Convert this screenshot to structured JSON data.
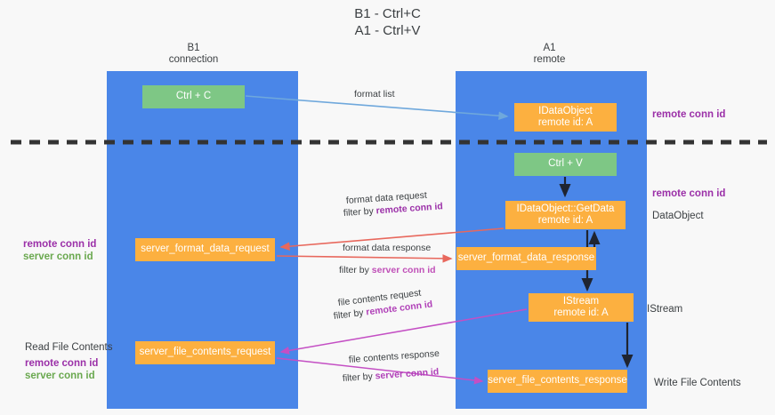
{
  "title": {
    "line1": "B1 - Ctrl+C",
    "line2": "A1 - Ctrl+V"
  },
  "lanes": [
    {
      "name": "B1",
      "sub": "connection",
      "color": "#4a86e8"
    },
    {
      "name": "A1",
      "sub": "remote",
      "color": "#4a86e8"
    }
  ],
  "boxes": {
    "ctrl_c": "Ctrl + C",
    "idataobject": {
      "line1": "IDataObject",
      "line2": "remote id: A"
    },
    "ctrl_v": "Ctrl + V",
    "getdata": {
      "line1": "IDataObject::GetData",
      "line2": "remote id: A"
    },
    "server_format_data_request": "server_format_data_request",
    "server_format_data_response": "server_format_data_response",
    "istream": {
      "line1": "IStream",
      "line2": "remote id: A"
    },
    "server_file_contents_request": "server_file_contents_request",
    "server_file_contents_response": "server_file_contents_response"
  },
  "annotations": {
    "remote_conn_id_top": "remote conn id",
    "remote_conn_id_mid": "remote conn id",
    "dataobject": "DataObject",
    "istream": "IStream",
    "write_file_contents": "Write File Contents",
    "read_file_contents": "Read File Contents",
    "left_remote_conn_id": "remote conn id",
    "left_server_conn_id": "server conn id",
    "left_remote_conn_id_2": "remote conn id",
    "left_server_conn_id_2": "server conn id"
  },
  "arrow_labels": {
    "format_list": "format list",
    "format_data_request": "format data request",
    "filter_by_prefix": "filter by ",
    "remote_conn_id": "remote conn id",
    "server_conn_id": "server conn id",
    "format_data_response": "format data response",
    "file_contents_request": "file contents request",
    "file_contents_response": "file contents response"
  },
  "colors": {
    "lane": "#4a86e8",
    "green_box": "#7ec785",
    "orange_box": "#fcb040",
    "purple": "#a64d9a",
    "green_text": "#6aa84f",
    "red_arrow": "#e8685d",
    "magenta_arrow": "#c44fc4",
    "blue_arrow": "#6fa8dc",
    "dashed_divider": "#333333"
  }
}
